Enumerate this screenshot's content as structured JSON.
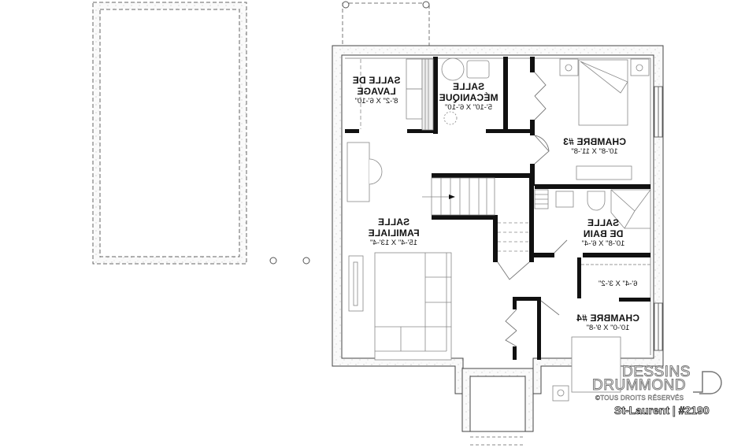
{
  "plan": {
    "orientation": "mirrored",
    "colors": {
      "wall": "#111111",
      "line": "#888888",
      "fill": "#ffffff",
      "foundation": "#f2f2f2"
    }
  },
  "rooms": [
    {
      "id": "laundry",
      "name_line1": "SALLE DE",
      "name_line2": "LAVAGE",
      "dims": "8'-2\" X 6'-10\""
    },
    {
      "id": "mechanical",
      "name_line1": "SALLE",
      "name_line2": "MÉCANIQUE",
      "dims": "5'-10\" X 6'-10\""
    },
    {
      "id": "bedroom3",
      "name_line1": "CHAMBRE #3",
      "name_line2": "",
      "dims": "10'-8\" X 11'-8\""
    },
    {
      "id": "family",
      "name_line1": "SALLE",
      "name_line2": "FAMILIALE",
      "dims": "15'-4\" X 13'-4\""
    },
    {
      "id": "bathroom",
      "name_line1": "SALLE",
      "name_line2": "DE BAIN",
      "dims": "10'-8\" X 6'-4\""
    },
    {
      "id": "bedroom4",
      "name_line1": "CHAMBRE #4",
      "name_line2": "",
      "dims": "10'-0\" X 9'-8\""
    }
  ],
  "closet": {
    "dims": "6'-4\" X 3'-2\""
  },
  "watermark": {
    "line1": "DESSINS",
    "line2": "DRUMMOND",
    "copyright": "©TOUS DROITS RÉSERVÉS",
    "model": "St-Laurent | #2190"
  }
}
